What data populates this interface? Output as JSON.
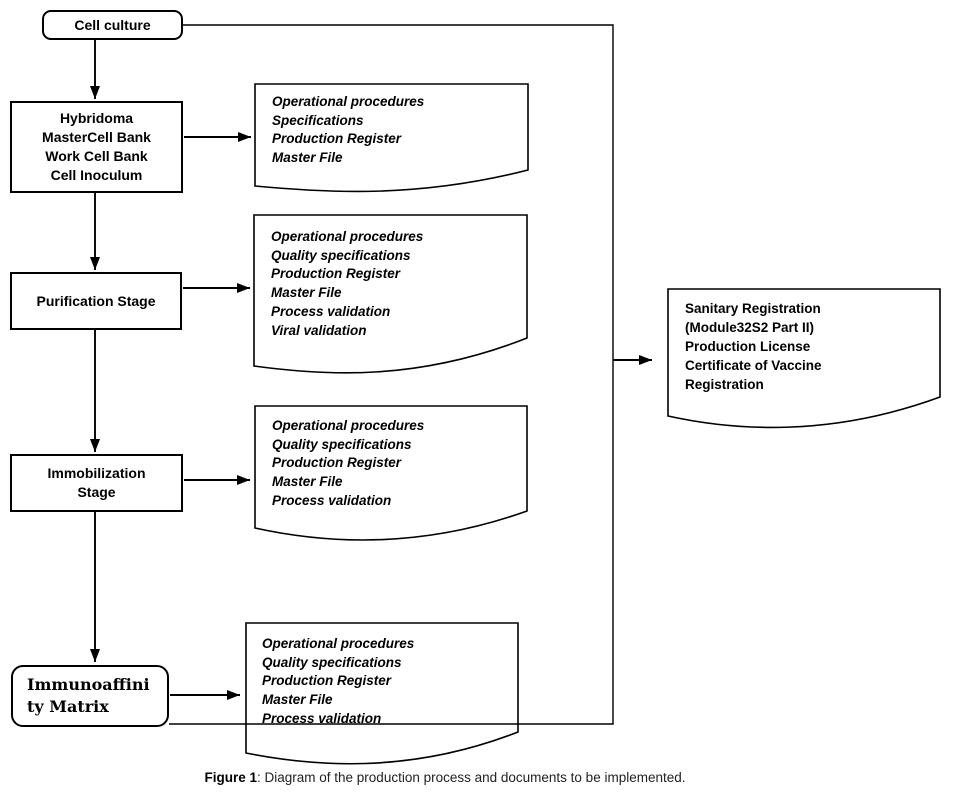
{
  "colors": {
    "line": "#000000",
    "background": "#ffffff",
    "text": "#000000"
  },
  "process_nodes": {
    "cell_culture": {
      "label": "Cell culture"
    },
    "hybridoma": {
      "lines": [
        "Hybridoma",
        "MasterCell Bank",
        "Work Cell Bank",
        "Cell Inoculum"
      ]
    },
    "purification": {
      "label": "Purification Stage"
    },
    "immobilization": {
      "lines": [
        "Immobilization",
        "Stage"
      ]
    },
    "immunoaffinity": {
      "lines": [
        "Immunoaffini",
        "ty Matrix"
      ]
    }
  },
  "documents": {
    "cell_bank_docs": {
      "lines": [
        "Operational procedures",
        "Specifications",
        "Production Register",
        "Master File"
      ]
    },
    "purification_docs": {
      "lines": [
        "Operational procedures",
        "Quality specifications",
        "Production Register",
        "Master File",
        "Process validation",
        "Viral validation"
      ]
    },
    "immobilization_docs": {
      "lines": [
        "Operational procedures",
        "Quality specifications",
        "Production Register",
        "Master File",
        "Process validation"
      ]
    },
    "immunoaffinity_docs": {
      "lines": [
        "Operational procedures",
        "Quality specifications",
        "Production Register",
        "Master File",
        "Process validation"
      ]
    },
    "registration_docs": {
      "lines": [
        "Sanitary Registration",
        "(Module32S2 Part II)",
        "Production License",
        "Certificate of Vaccine",
        "Registration"
      ]
    }
  },
  "caption": {
    "label": "Figure 1",
    "text": ": Diagram of the production process and documents to be implemented."
  }
}
